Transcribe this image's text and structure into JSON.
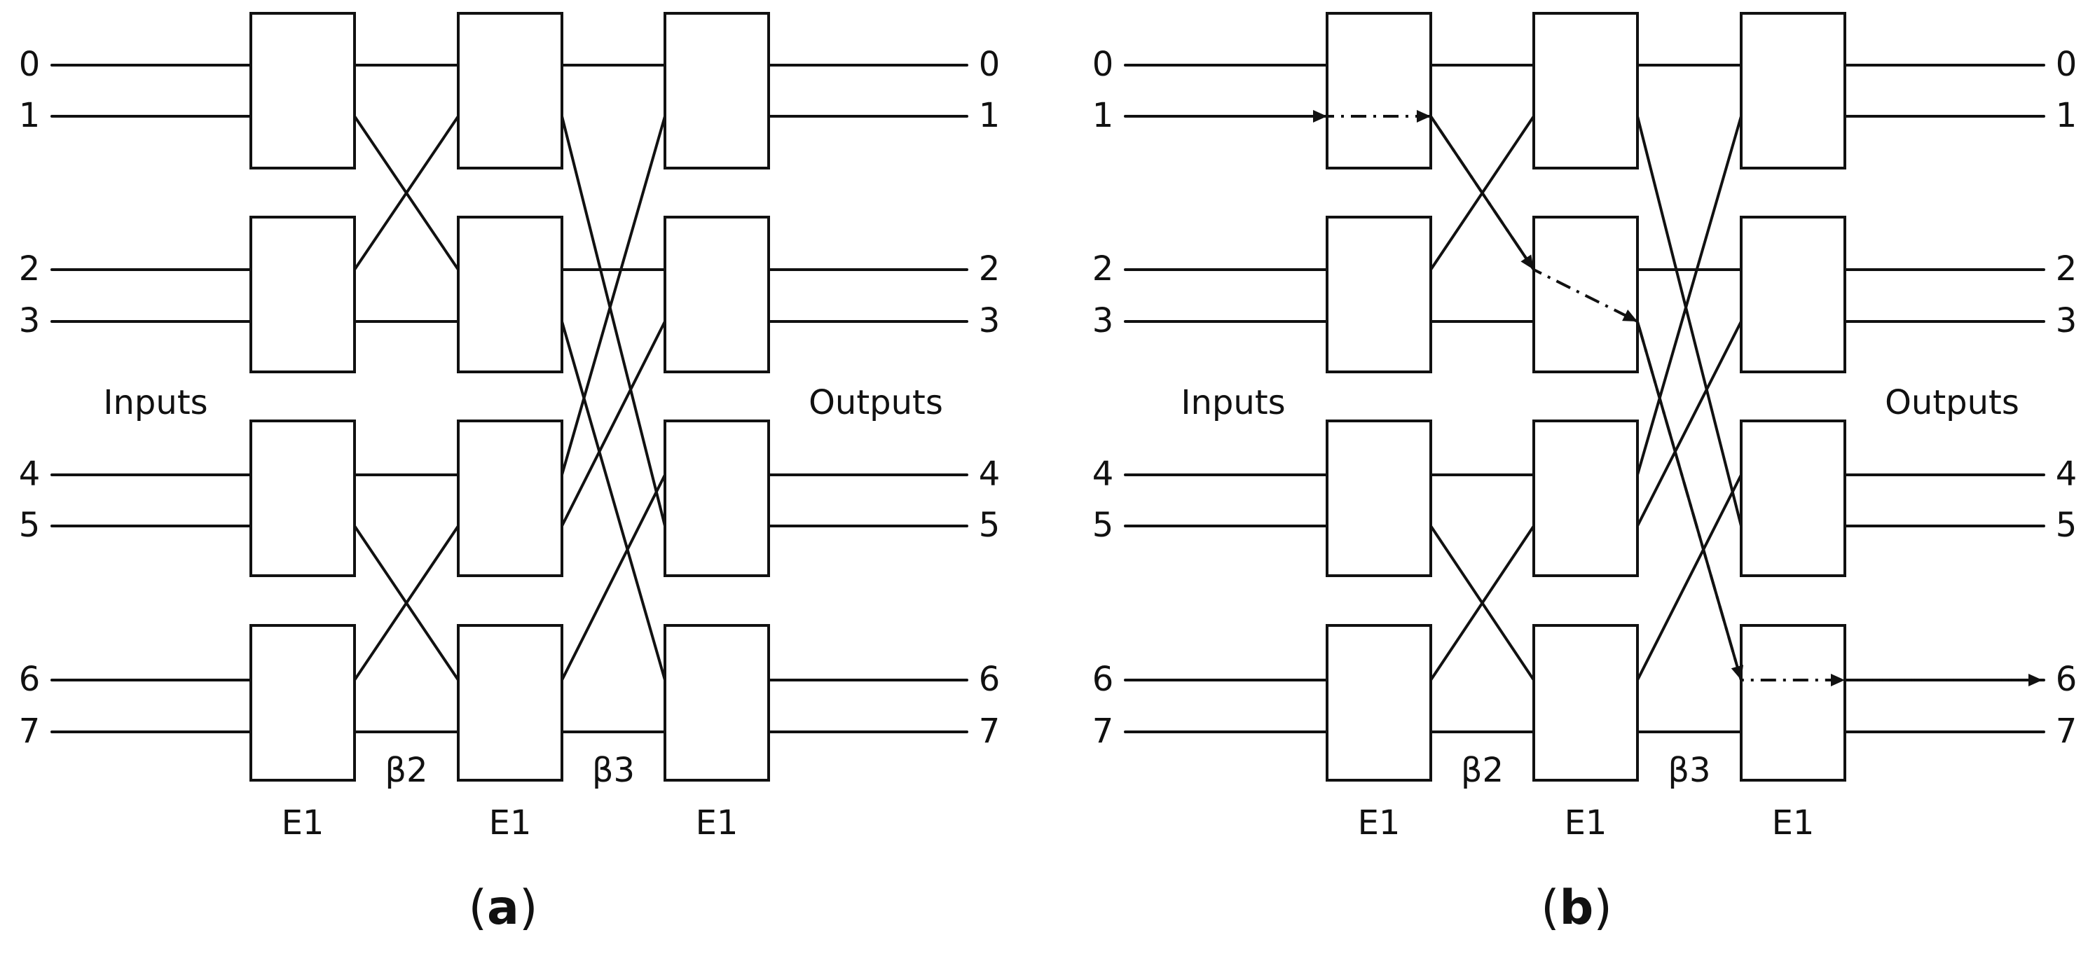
{
  "panels": [
    {
      "id": "a",
      "caption": "(a)",
      "inputs_label": "Inputs",
      "outputs_label": "Outputs",
      "input_ports": [
        "0",
        "1",
        "2",
        "3",
        "4",
        "5",
        "6",
        "7"
      ],
      "output_ports": [
        "0",
        "1",
        "2",
        "3",
        "4",
        "5",
        "6",
        "7"
      ],
      "stage_labels": [
        "E1",
        "E1",
        "E1"
      ],
      "link_labels": [
        "β2",
        "β3"
      ],
      "highlighted_path": null
    },
    {
      "id": "b",
      "caption": "(b)",
      "inputs_label": "Inputs",
      "outputs_label": "Outputs",
      "input_ports": [
        "0",
        "1",
        "2",
        "3",
        "4",
        "5",
        "6",
        "7"
      ],
      "output_ports": [
        "0",
        "1",
        "2",
        "3",
        "4",
        "5",
        "6",
        "7"
      ],
      "stage_labels": [
        "E1",
        "E1",
        "E1"
      ],
      "link_labels": [
        "β2",
        "β3"
      ],
      "highlighted_path": {
        "from_input": 1,
        "to_output": 6,
        "style": "dash-dot"
      }
    }
  ],
  "topology": {
    "switch_size": 2,
    "stages": 3,
    "links_stage1_to_2": [
      [
        0,
        0
      ],
      [
        1,
        2
      ],
      [
        2,
        1
      ],
      [
        3,
        3
      ],
      [
        4,
        4
      ],
      [
        5,
        6
      ],
      [
        6,
        5
      ],
      [
        7,
        7
      ]
    ],
    "links_stage2_to_3": [
      [
        0,
        0
      ],
      [
        1,
        5
      ],
      [
        2,
        2
      ],
      [
        3,
        6
      ],
      [
        4,
        1
      ],
      [
        5,
        3
      ],
      [
        6,
        4
      ],
      [
        7,
        7
      ]
    ]
  }
}
